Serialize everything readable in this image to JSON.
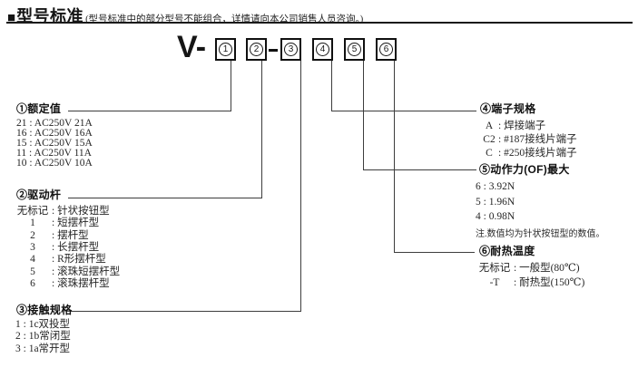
{
  "header": {
    "bullet": "■",
    "title": "型号标准",
    "note": "(型号标准中的部分型号不能组合，详情请向本公司销售人员咨询。)"
  },
  "model_code": {
    "prefix": "V-",
    "separator": "-",
    "positions": [
      "1",
      "2",
      "3",
      "4",
      "5",
      "6"
    ]
  },
  "colors": {
    "text": "#222222",
    "line": "#3d3d3d",
    "rule": "#1a1a1a"
  },
  "sections": {
    "rating": {
      "title": "①额定值",
      "items": [
        "21 : AC250V 21A",
        "16 : AC250V 16A",
        "15 : AC250V 15A",
        "11 : AC250V 11A",
        "10 : AC250V 10A"
      ]
    },
    "actuator": {
      "title": "②驱动杆",
      "items": [
        {
          "key": "无标记",
          "value": ": 针状按钮型"
        },
        {
          "key": "1",
          "value": ": 短摆杆型"
        },
        {
          "key": "2",
          "value": ": 摆杆型"
        },
        {
          "key": "3",
          "value": ": 长摆杆型"
        },
        {
          "key": "4",
          "value": ": R形摆杆型"
        },
        {
          "key": "5",
          "value": ": 滚珠短摆杆型"
        },
        {
          "key": "6",
          "value": ": 滚珠摆杆型"
        }
      ]
    },
    "contact": {
      "title": "③接触规格",
      "items": [
        "1 : 1c双投型",
        "2 : 1b常闭型",
        "3 : 1a常开型"
      ]
    },
    "terminal": {
      "title": "④端子规格",
      "items": [
        {
          "key": "A",
          "value": ": 焊接端子"
        },
        {
          "key": "C2",
          "value": ": #187接线片端子"
        },
        {
          "key": "C",
          "value": ": #250接线片端子"
        }
      ]
    },
    "force": {
      "title": "⑤动作力(OF)最大",
      "items": [
        "6 : 3.92N",
        "5 : 1.96N",
        "4 : 0.98N"
      ],
      "note": "注.数值均为针状按钮型的数值。"
    },
    "heat": {
      "title": "⑥耐热温度",
      "items": [
        {
          "key": "无标记",
          "value": ": 一般型(80℃)"
        },
        {
          "key": "-T",
          "value": ": 耐热型(150℃)"
        }
      ]
    }
  }
}
